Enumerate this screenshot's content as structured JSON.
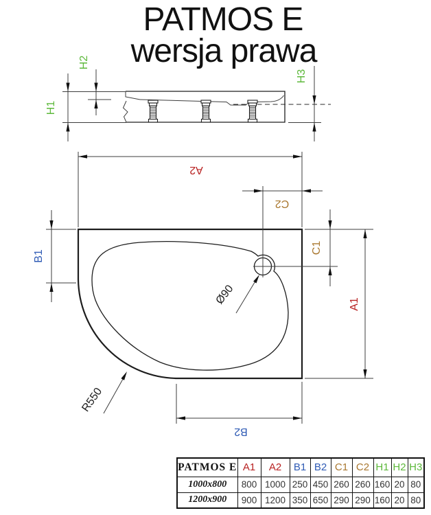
{
  "title": "PATMOS E",
  "subtitle": "wersja prawa",
  "dims": {
    "a1": "A1",
    "a2": "A2",
    "b1": "B1",
    "b2": "B2",
    "c1": "C1",
    "c2": "C2",
    "h1": "H1",
    "h2": "H2",
    "h3": "H3",
    "drain_diameter": "Ø90",
    "corner_radius": "R550"
  },
  "colors": {
    "a_dims_red": "#b82121",
    "b_dims_blue": "#2f5bb5",
    "c_dims_brown": "#a9772f",
    "h_dims_green": "#5cb83a",
    "line_black": "#1d1d1d"
  },
  "table": {
    "product": "PATMOS E",
    "columns": [
      "A1",
      "A2",
      "B1",
      "B2",
      "C1",
      "C2",
      "H1",
      "H2",
      "H3"
    ],
    "rows": [
      {
        "size": "1000x800",
        "values": [
          "800",
          "1000",
          "250",
          "450",
          "260",
          "260",
          "160",
          "20",
          "80"
        ]
      },
      {
        "size": "1200x900",
        "values": [
          "900",
          "1200",
          "350",
          "650",
          "290",
          "290",
          "160",
          "20",
          "80"
        ]
      }
    ]
  }
}
